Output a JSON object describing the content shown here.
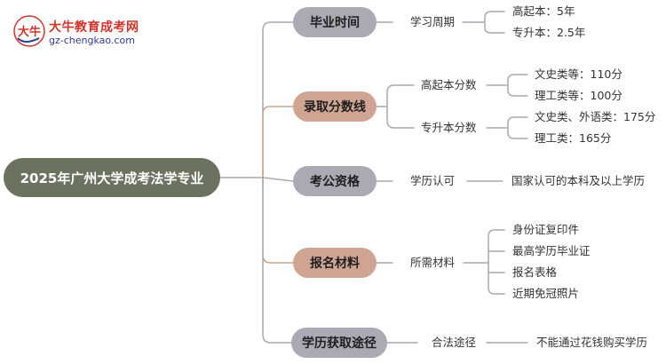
{
  "logo": {
    "name": "大牛教育成考网",
    "url": "gz-chengkao.com",
    "mark_text": "大牛"
  },
  "root": {
    "label": "2025年广州大学成考法学专业"
  },
  "branches": [
    {
      "label": "毕业时间",
      "sub": [
        {
          "label": "学习周期",
          "leaves": [
            "高起本：5年",
            "专升本：2.5年"
          ]
        }
      ]
    },
    {
      "label": "录取分数线",
      "sub": [
        {
          "label": "高起本分数",
          "leaves": [
            "文史类等：110分",
            "理工类等：100分"
          ]
        },
        {
          "label": "专升本分数",
          "leaves": [
            "文史类、外语类：175分",
            "理工类：165分"
          ]
        }
      ]
    },
    {
      "label": "考公资格",
      "sub": [
        {
          "label": "学历认可",
          "leaves": [
            "国家认可的本科及以上学历"
          ]
        }
      ]
    },
    {
      "label": "报名材料",
      "sub": [
        {
          "label": "所需材料",
          "leaves": [
            "身份证复印件",
            "最高学历毕业证",
            "报名表格",
            "近期免冠照片"
          ]
        }
      ]
    },
    {
      "label": "学历获取途径",
      "sub": [
        {
          "label": "合法途径",
          "leaves": [
            "不能通过花钱购买学历"
          ]
        }
      ]
    }
  ],
  "colors": {
    "root": "#6b7360",
    "node_gray": "#a9aab4",
    "node_rose": "#d0a493",
    "line_gray": "#a9aab4",
    "line_rose": "#d0a493",
    "logo_red": "#d3342a",
    "logo_blue": "#2f3b8f"
  }
}
